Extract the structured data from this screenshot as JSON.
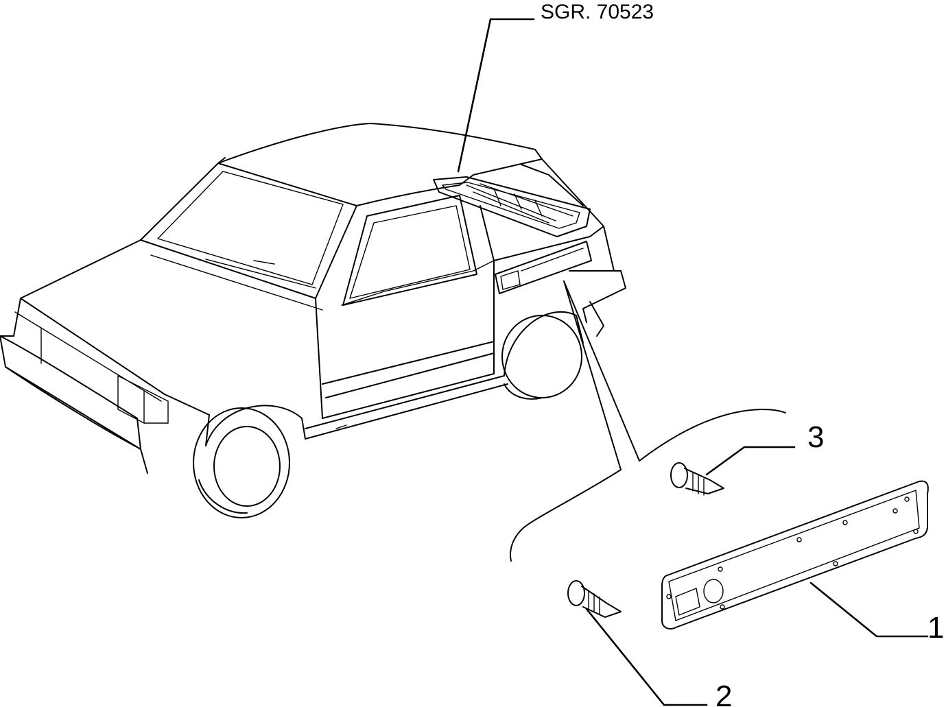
{
  "diagram": {
    "reference_label": "SGR. 70523",
    "callouts": [
      {
        "id": "1",
        "label": "1"
      },
      {
        "id": "2",
        "label": "2"
      },
      {
        "id": "3",
        "label": "3"
      }
    ],
    "line_color": "#000000",
    "background_color": "#ffffff"
  }
}
